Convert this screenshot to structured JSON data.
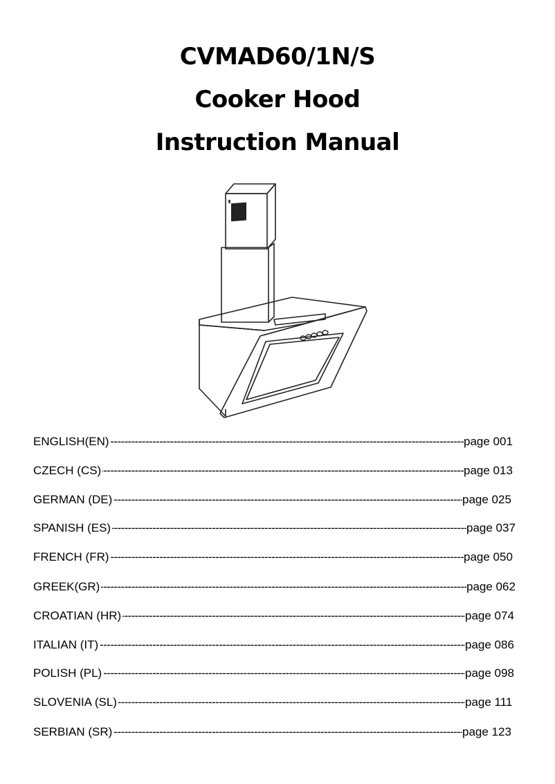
{
  "header": {
    "model": "CVMAD60/1N/S",
    "product": "Cooker Hood",
    "doc_type": "Instruction Manual"
  },
  "illustration": {
    "icon": "cooker-hood-illustration"
  },
  "toc": [
    {
      "language": "ENGLISH(EN)",
      "page": "page 001"
    },
    {
      "language": "CZECH (CS)",
      "page": "page 013"
    },
    {
      "language": "GERMAN (DE) ",
      "page": "page 025"
    },
    {
      "language": "SPANISH (ES) ",
      "page": "page 037"
    },
    {
      "language": "FRENCH (FR)",
      "page": "page 050"
    },
    {
      "language": "GREEK(GR) ",
      "page": "page 062"
    },
    {
      "language": "CROATIAN (HR) ",
      "page": "page 074"
    },
    {
      "language": "ITALIAN (IT) ",
      "page": "page 086"
    },
    {
      "language": "POLISH (PL) ",
      "page": "page 098"
    },
    {
      "language": "SLOVENIA (SL) ",
      "page": "page 111"
    },
    {
      "language": "SERBIAN (SR) ",
      "page": "page 123"
    }
  ]
}
